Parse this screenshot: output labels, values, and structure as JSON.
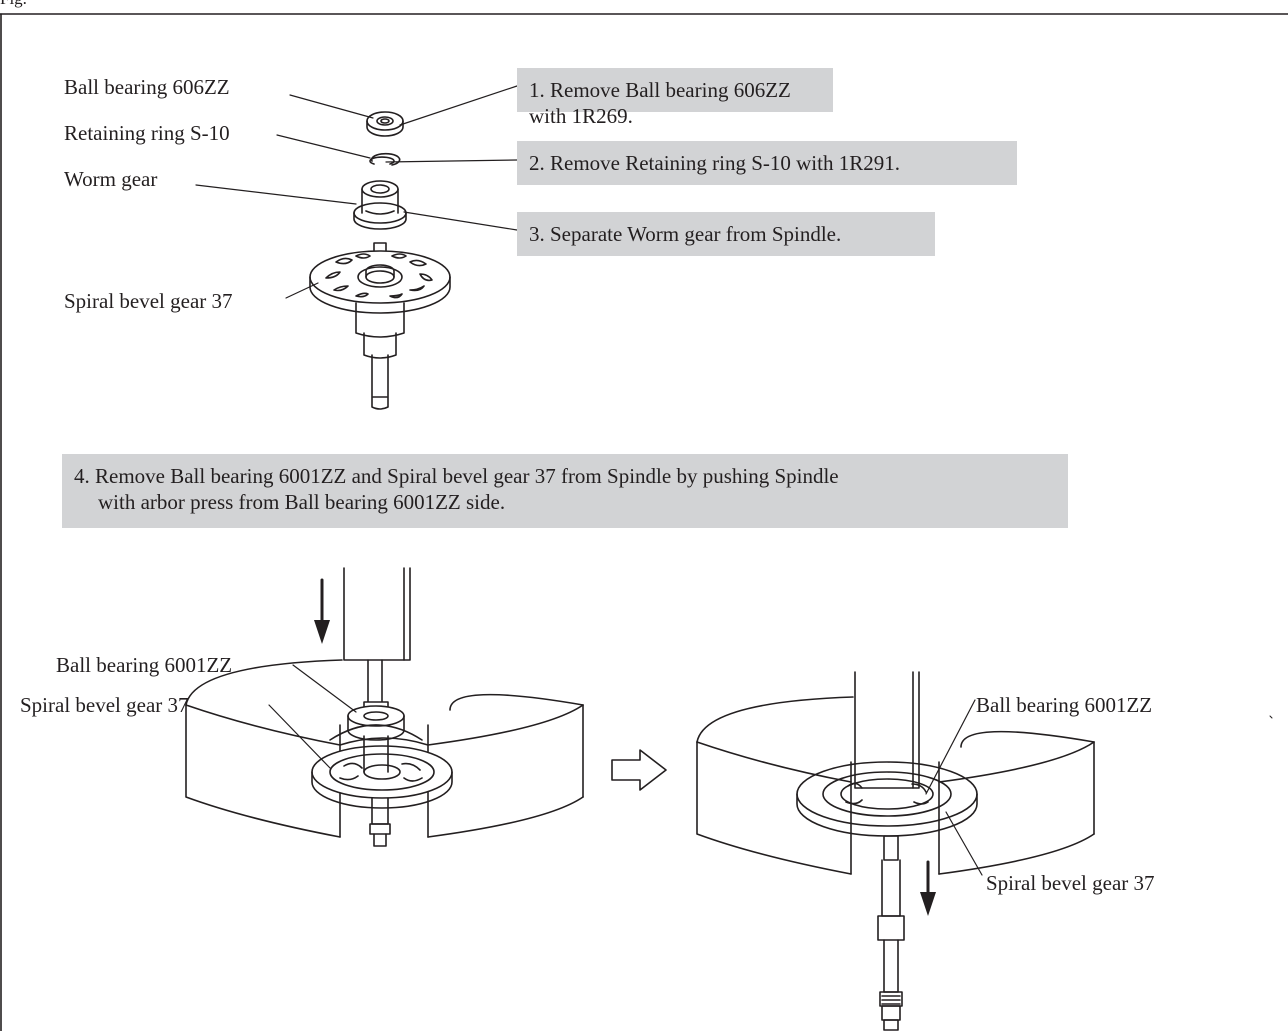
{
  "corner_label": "Fig.",
  "top_figure": {
    "labels": {
      "ball_bearing_606": "Ball bearing 606ZZ",
      "retaining_ring": "Retaining ring S-10",
      "worm_gear": "Worm gear",
      "spiral_bevel": "Spiral bevel gear 37"
    },
    "steps": [
      "1. Remove Ball bearing 606ZZ with 1R269.",
      "2. Remove Retaining ring S-10 with 1R291.",
      "3. Separate Worm gear from Spindle."
    ]
  },
  "step4": {
    "line1": "4. Remove Ball bearing 6001ZZ and Spiral bevel gear 37 from Spindle by pushing Spindle",
    "line2": "with arbor press from Ball bearing 6001ZZ side."
  },
  "bottom_left": {
    "ball_bearing": "Ball bearing 6001ZZ",
    "spiral_bevel": "Spiral bevel gear 37"
  },
  "bottom_right": {
    "ball_bearing": "Ball bearing 6001ZZ",
    "spiral_bevel": "Spiral bevel gear 37"
  },
  "colors": {
    "step_box": "#d2d3d5",
    "line": "#231f20"
  }
}
